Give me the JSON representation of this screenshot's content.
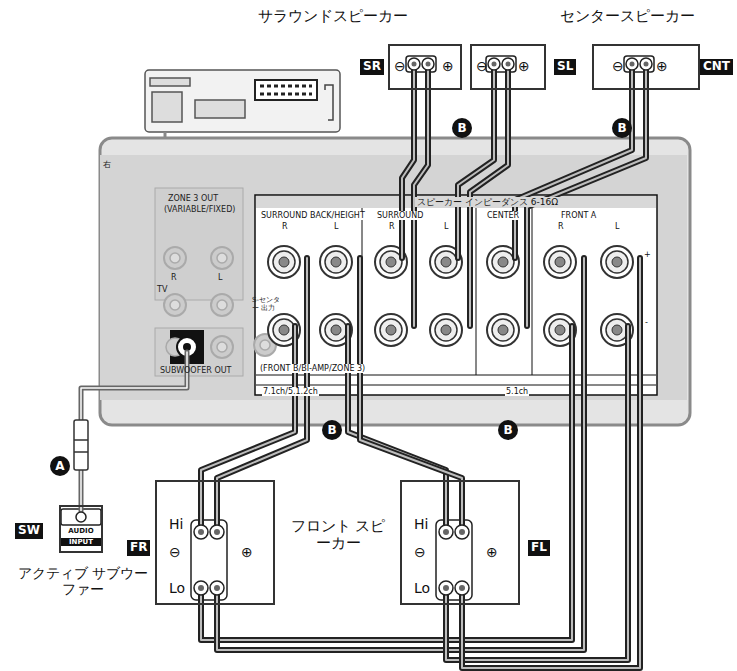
{
  "diagram": {
    "nodes": [
      {
        "text": [
          "SR",
          "⊖",
          "⊕"
        ]
      },
      {
        "text": [
          "⊖",
          "⊕",
          "SL"
        ]
      },
      {
        "text": [
          "⊖",
          "⊕",
          "CNT"
        ]
      },
      {
        "text": [
          "FR",
          "Hi",
          "⊖",
          "⊕",
          "Lo"
        ]
      },
      {
        "text": [
          "Hi",
          "⊖",
          "⊕",
          "FL",
          "Lo"
        ]
      },
      {
        "text": [
          "SW",
          "AUDIO",
          "INPUT",
          "アクティブ サブウーファー"
        ]
      }
    ],
    "labels": [
      "サラウンドスピーカー",
      "センタースピーカー",
      "右",
      "ZONE 3 OUT",
      "(VARIABLE/FIXED)",
      "R",
      "L",
      "TV",
      "S-センター 出力",
      "SUBWOOFER OUT",
      "スピーカー インピーダンス 6-16Ω",
      "SURROUND BACK/HEIGHT",
      "R",
      "L",
      "SURROUND",
      "R",
      "L",
      "CENTER",
      "FRONT A",
      "R",
      "L",
      "+",
      "-",
      "(FRONT B/BI-AMP/ZONE 3)",
      "7.1ch/5.1.2ch",
      "5.1ch",
      "A",
      "B",
      "B",
      "B",
      "B",
      "フロント スピーカー"
    ]
  }
}
